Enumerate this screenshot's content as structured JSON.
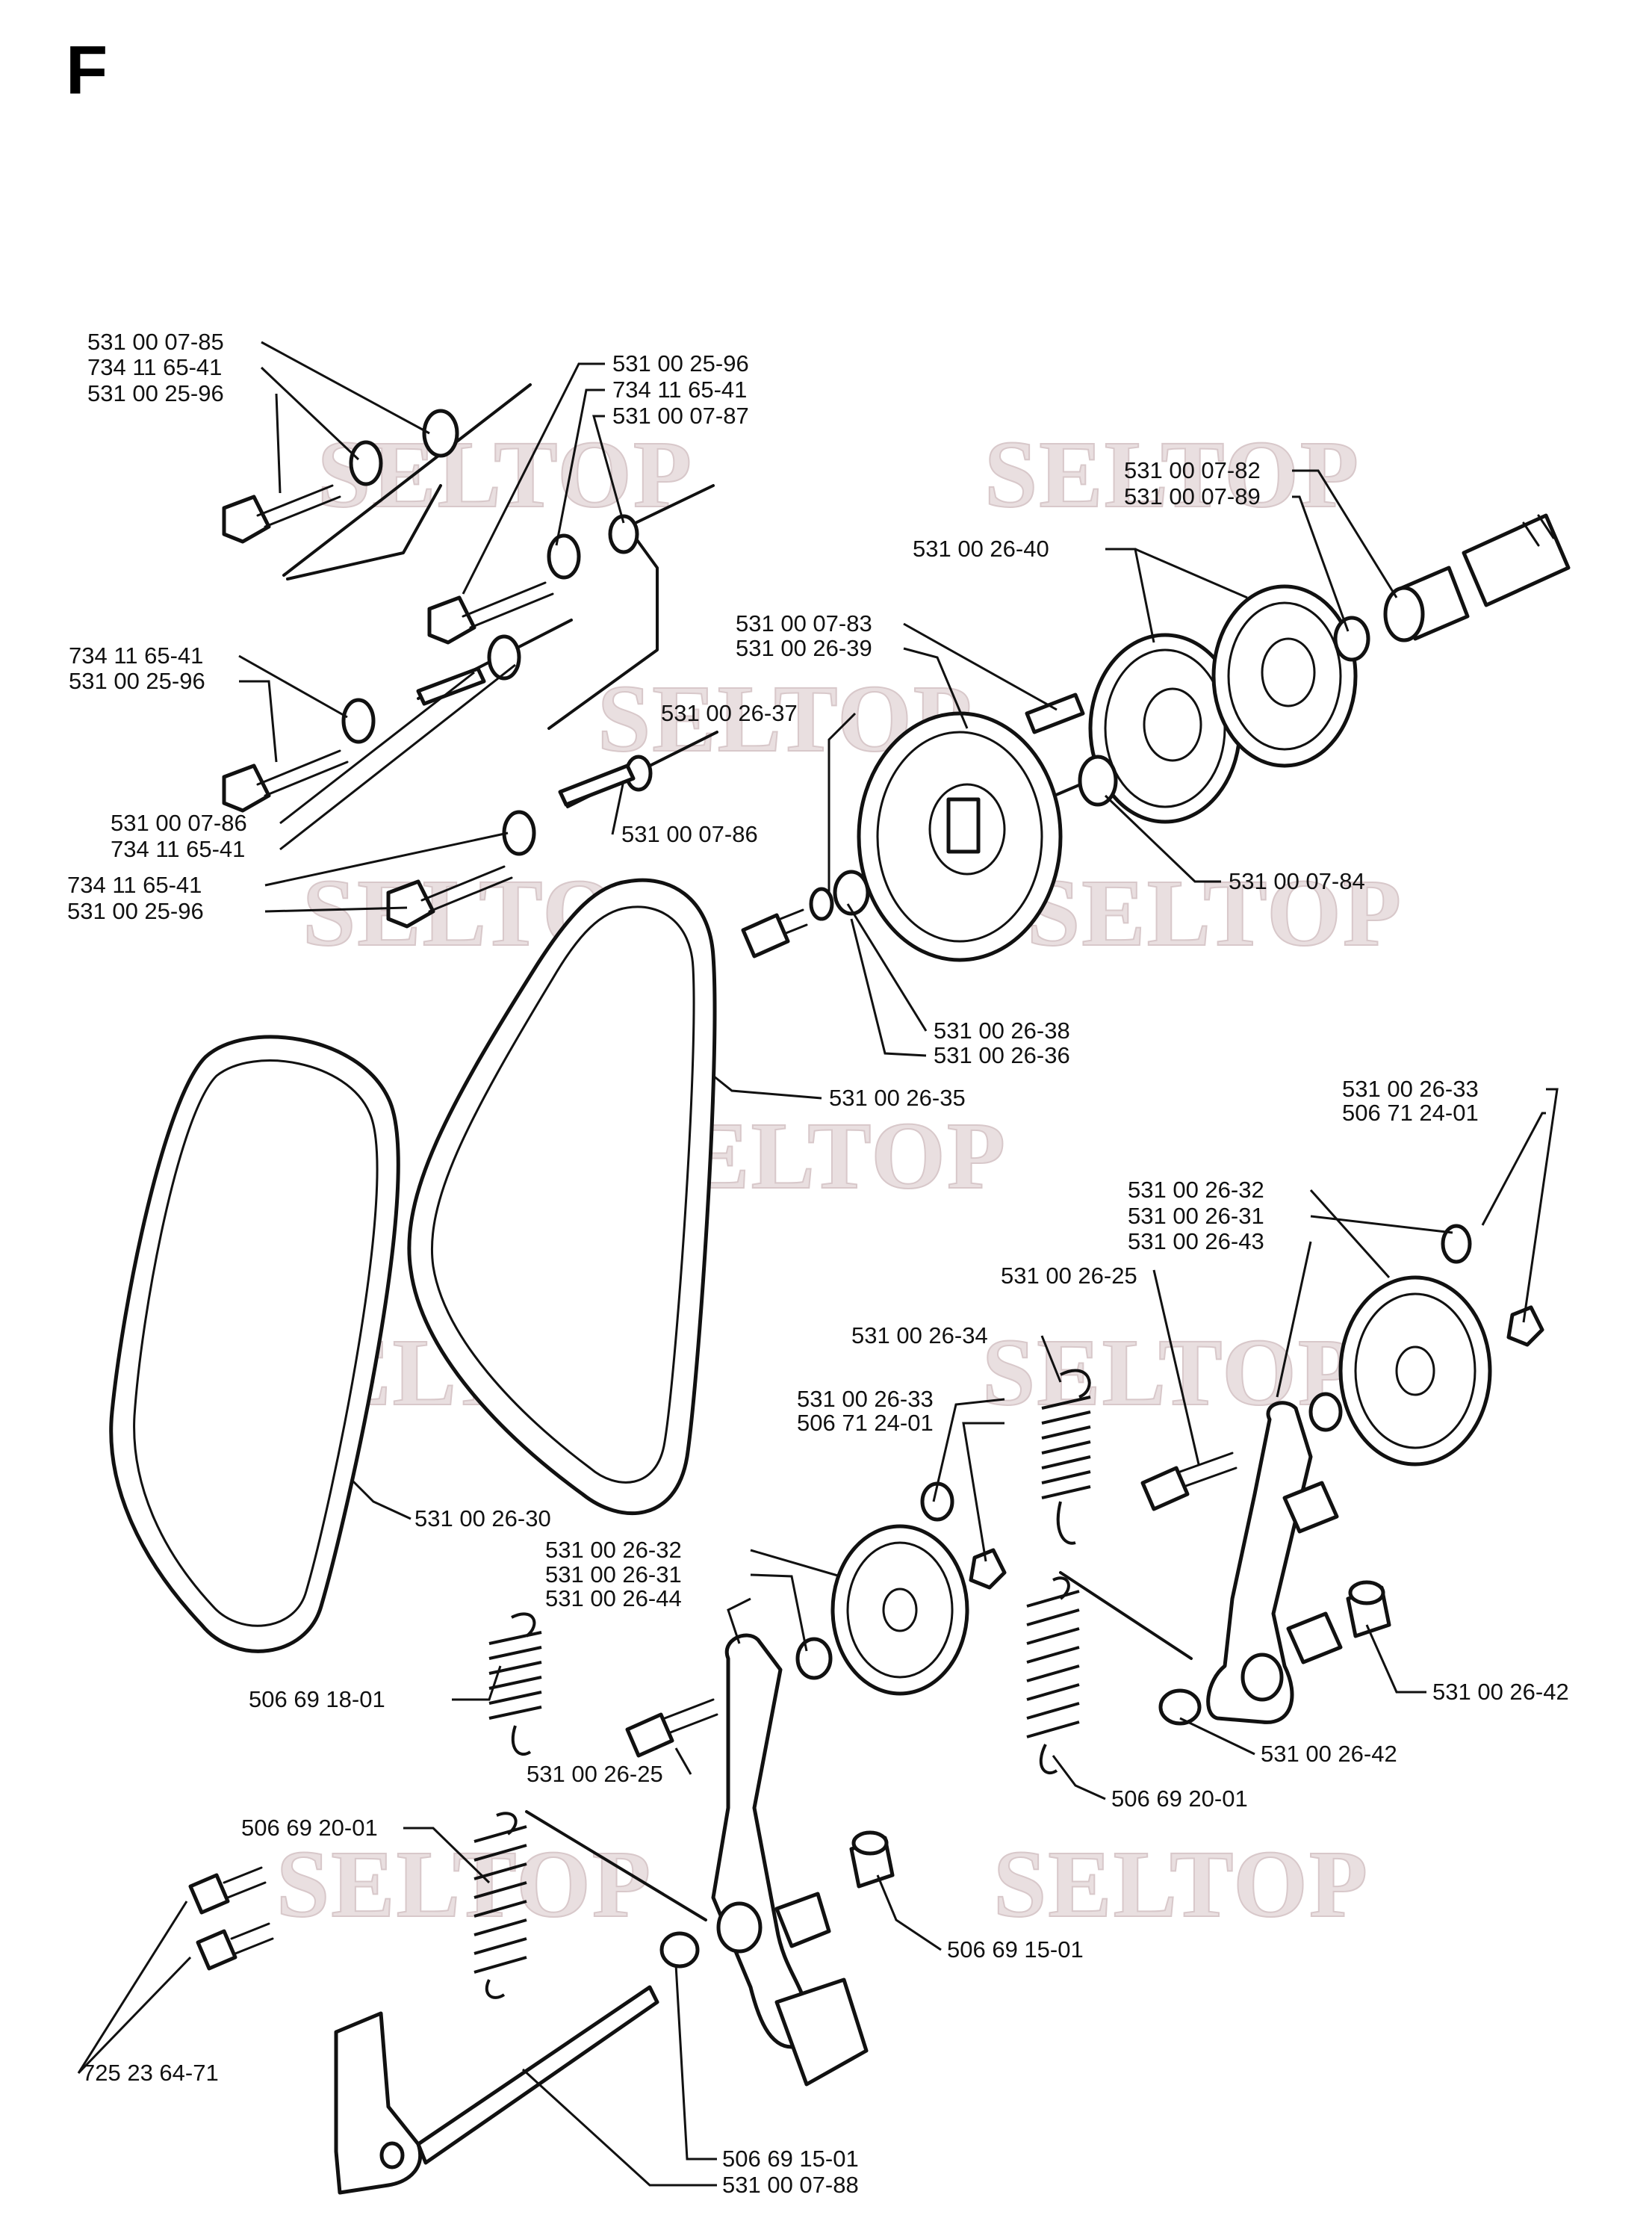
{
  "section_letter": "F",
  "watermark": "SELTOP",
  "labels": [
    "531 00 07-85",
    "734 11 65-41",
    "531 00 25-96",
    "531 00 25-96",
    "734 11 65-41",
    "531 00 07-87",
    "734 11 65-41",
    "531 00 25-96",
    "531 00 07-86",
    "734 11 65-41",
    "531 00 07-86",
    "734 11 65-41",
    "531 00 25-96",
    "531 00 07-82",
    "531 00 07-89",
    "531 00 26-40",
    "531 00 07-83",
    "531 00 26-39",
    "531 00 26-37",
    "531 00 07-84",
    "531 00 26-38",
    "531 00 26-36",
    "531 00 26-35",
    "531 00 26-33",
    "506 71 24-01",
    "531 00 26-32",
    "531 00 26-31",
    "531 00 26-43",
    "531 00 26-25",
    "531 00 26-34",
    "531 00 26-33",
    "506 71 24-01",
    "531 00 26-30",
    "531 00 26-32",
    "531 00 26-31",
    "531 00 26-44",
    "531 00 26-42",
    "506 69 18-01",
    "531 00 26-25",
    "531 00 26-42",
    "506 69 20-01",
    "506 69 20-01",
    "506 69 15-01",
    "725 23 64-71",
    "506 69 15-01",
    "531 00 07-88"
  ]
}
